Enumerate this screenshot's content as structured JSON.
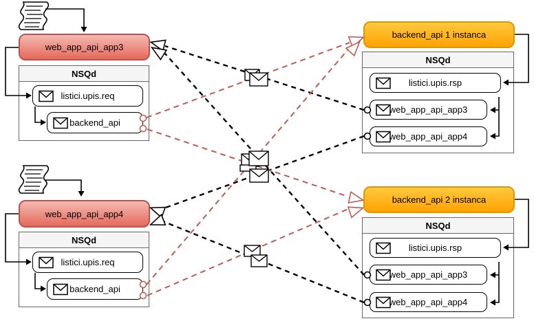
{
  "colors": {
    "web_app_fill_top": "#F6B9B1",
    "web_app_fill_bottom": "#E4695B",
    "web_app_border": "#B85450",
    "backend_fill_top": "#FFC93D",
    "backend_fill_bottom": "#FFA203",
    "backend_border": "#D79B00",
    "panel_border": "#666666",
    "panel_header_bg": "#F5F5F5",
    "request_line": "#BF5B52",
    "response_line": "#000000"
  },
  "icons": {
    "script": "script-scroll-icon",
    "envelope": "envelope-icon",
    "message": "message-envelope-icon"
  },
  "nodes": {
    "web_app3": {
      "title": "web_app_api_app3",
      "panel": "NSQd",
      "queues": [
        {
          "label": "listici.upis.req"
        },
        {
          "label": "backend_api"
        }
      ]
    },
    "web_app4": {
      "title": "web_app_api_app4",
      "panel": "NSQd",
      "queues": [
        {
          "label": "listici.upis.req"
        },
        {
          "label": "backend_api"
        }
      ]
    },
    "backend1": {
      "title": "backend_api 1 instanca",
      "panel": "NSQd",
      "queues": [
        {
          "label": "listici.upis.rsp"
        },
        {
          "label": "web_app_api_app3"
        },
        {
          "label": "web_app_api_app4"
        }
      ]
    },
    "backend2": {
      "title": "backend_api 2 instanca",
      "panel": "NSQd",
      "queues": [
        {
          "label": "listici.upis.rsp"
        },
        {
          "label": "web_app_api_app3"
        },
        {
          "label": "web_app_api_app4"
        }
      ]
    }
  }
}
